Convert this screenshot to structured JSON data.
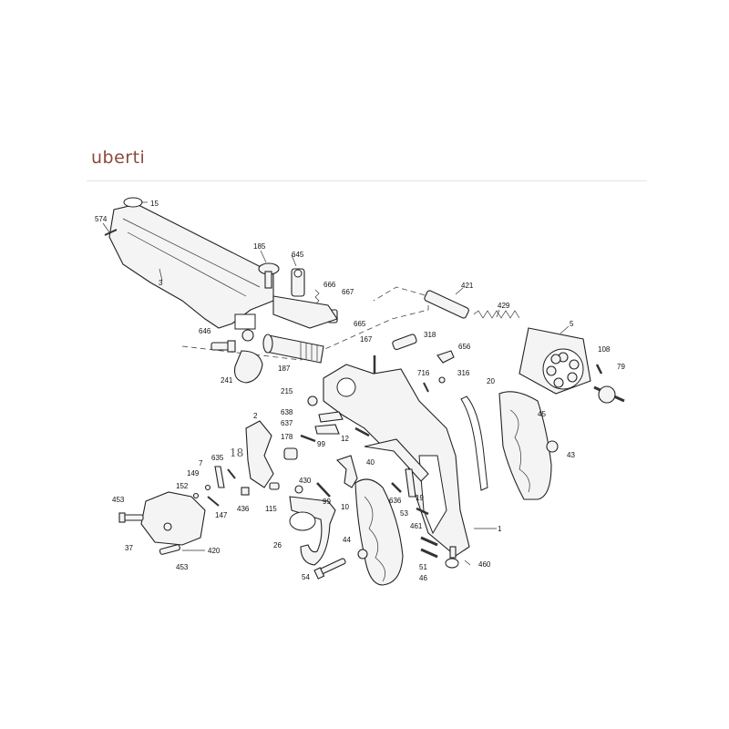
{
  "header": {
    "brand": "uberti"
  },
  "diagram": {
    "handwritten_mark": "18",
    "part_labels": [
      {
        "id": "p15",
        "text": "15"
      },
      {
        "id": "p574",
        "text": "574"
      },
      {
        "id": "p3",
        "text": "3"
      },
      {
        "id": "p185",
        "text": "185"
      },
      {
        "id": "p645",
        "text": "645"
      },
      {
        "id": "p666",
        "text": "666"
      },
      {
        "id": "p667",
        "text": "667"
      },
      {
        "id": "p665",
        "text": "665"
      },
      {
        "id": "p646",
        "text": "646"
      },
      {
        "id": "p187",
        "text": "187"
      },
      {
        "id": "p241",
        "text": "241"
      },
      {
        "id": "p421",
        "text": "421"
      },
      {
        "id": "p429",
        "text": "429"
      },
      {
        "id": "p5",
        "text": "5"
      },
      {
        "id": "p108",
        "text": "108"
      },
      {
        "id": "p79",
        "text": "79"
      },
      {
        "id": "p318",
        "text": "318"
      },
      {
        "id": "p167",
        "text": "167"
      },
      {
        "id": "p656",
        "text": "656"
      },
      {
        "id": "p716",
        "text": "716"
      },
      {
        "id": "p316",
        "text": "316"
      },
      {
        "id": "p20",
        "text": "20"
      },
      {
        "id": "p45",
        "text": "45"
      },
      {
        "id": "p43",
        "text": "43"
      },
      {
        "id": "p215",
        "text": "215"
      },
      {
        "id": "p638",
        "text": "638"
      },
      {
        "id": "p637",
        "text": "637"
      },
      {
        "id": "p12",
        "text": "12"
      },
      {
        "id": "p99a",
        "text": "99"
      },
      {
        "id": "p2",
        "text": "2"
      },
      {
        "id": "p178",
        "text": "178"
      },
      {
        "id": "p40",
        "text": "40"
      },
      {
        "id": "p635",
        "text": "635"
      },
      {
        "id": "p7",
        "text": "7"
      },
      {
        "id": "p149",
        "text": "149"
      },
      {
        "id": "p152",
        "text": "152"
      },
      {
        "id": "p147",
        "text": "147"
      },
      {
        "id": "p436",
        "text": "436"
      },
      {
        "id": "p115",
        "text": "115"
      },
      {
        "id": "p430",
        "text": "430"
      },
      {
        "id": "p99b",
        "text": "99"
      },
      {
        "id": "p10",
        "text": "10"
      },
      {
        "id": "p636",
        "text": "636"
      },
      {
        "id": "p19",
        "text": "19"
      },
      {
        "id": "p53",
        "text": "53"
      },
      {
        "id": "p1",
        "text": "1"
      },
      {
        "id": "p453a",
        "text": "453"
      },
      {
        "id": "p37",
        "text": "37"
      },
      {
        "id": "p420",
        "text": "420"
      },
      {
        "id": "p453b",
        "text": "453"
      },
      {
        "id": "p26",
        "text": "26"
      },
      {
        "id": "p44",
        "text": "44"
      },
      {
        "id": "p461",
        "text": "461"
      },
      {
        "id": "p460",
        "text": "460"
      },
      {
        "id": "p51",
        "text": "51"
      },
      {
        "id": "p54",
        "text": "54"
      },
      {
        "id": "p46",
        "text": "46"
      }
    ]
  }
}
